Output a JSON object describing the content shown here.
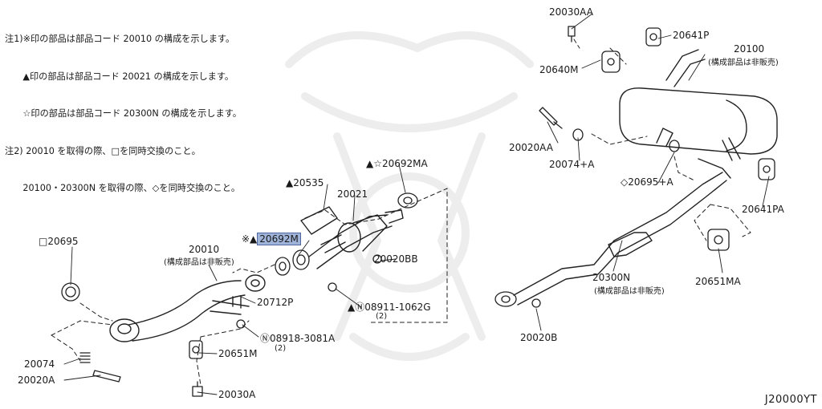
{
  "notes": [
    "注1)※印の部品は部品コード 20010 の構成を示します。",
    "　　▲印の部品は部品コード 20021 の構成を示します。",
    "　　☆印の部品は部品コード 20300N の構成を示します。",
    "注2) 20010 を取得の際、□を同時交換のこと。",
    "　　20100・20300N を取得の際、◇を同時交換のこと。"
  ],
  "labels": {
    "p20030AA": "20030AA",
    "p20641P": "20641P",
    "p20100": "20100",
    "p20100_sub": "(構成部品は非販売)",
    "p20640M": "20640M",
    "p20020AA": "20020AA",
    "p20074A_right": "20074+A",
    "p20695A": "◇20695+A",
    "p20641PA": "20641PA",
    "p20692MA": "▲☆20692MA",
    "p20535": "▲20535",
    "p20021": "20021",
    "p20692M": "20692M",
    "p20692M_prefix": "※▲",
    "p20020BB": "20020BB",
    "p20695": "□20695",
    "p20010": "20010",
    "p20010_sub": "(構成部品は非販売)",
    "p20712P": "20712P",
    "p08911": "▲Ⓝ08911-1062G",
    "p08911_qty": "(2)",
    "p08918": "Ⓝ08918-3081A",
    "p08918_qty": "(2)",
    "p20651M": "20651M",
    "p20074": "20074",
    "p20020A": "20020A",
    "p20030A": "20030A",
    "p20300N": "20300N",
    "p20300N_sub": "(構成部品は非販売)",
    "p20651MA": "20651MA",
    "p20020B": "20020B"
  },
  "diagram_code": "J20000YT"
}
